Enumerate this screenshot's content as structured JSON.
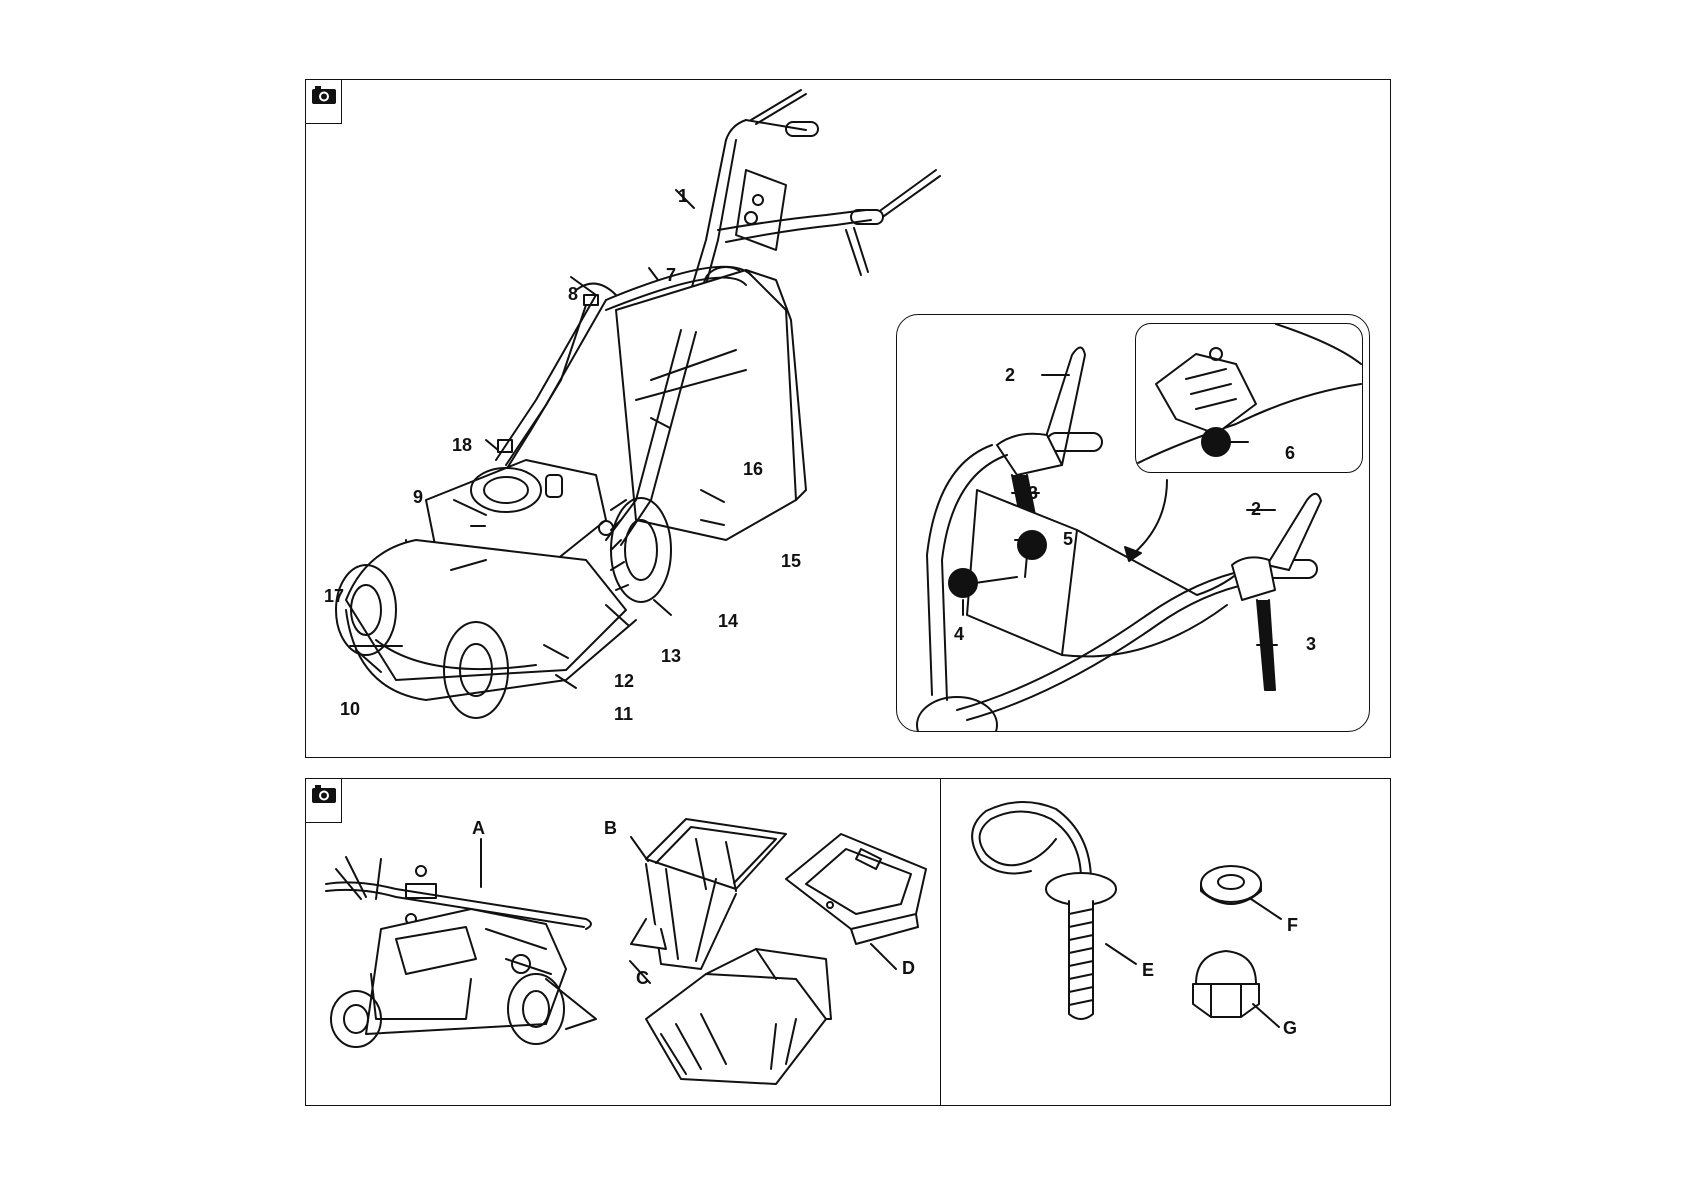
{
  "callouts_main": [
    "1",
    "2",
    "3",
    "4",
    "5",
    "6",
    "7",
    "8",
    "9",
    "10",
    "11",
    "12",
    "13",
    "14",
    "15",
    "16",
    "17",
    "18"
  ],
  "inset_labels": {
    "lever_top": "2",
    "lever_bottom_left": "3",
    "throttle": "4",
    "knob": "5",
    "detail": "6",
    "lever_top_right": "2",
    "lever_bottom_right": "3"
  },
  "main_labels": {
    "handle": "1",
    "grass_bag_handle": "7",
    "cable": "8",
    "engine": "9",
    "deck_front": "10",
    "deck_side": "11",
    "wheel_adjust": "12",
    "bolt": "13",
    "rear_wheel": "14",
    "grass_box": "15",
    "frame": "16",
    "starter": "17",
    "filler": "18"
  },
  "accessory_labels": {
    "mower_kit": "A",
    "bag_frame": "B",
    "catcher": "C",
    "lid": "D",
    "bolt": "E",
    "washer": "F",
    "cap_nut": "G"
  },
  "icons": {
    "camera": "camera-icon"
  },
  "colors": {
    "line": "#111111",
    "fill": "#ffffff",
    "knob": "#111111"
  }
}
